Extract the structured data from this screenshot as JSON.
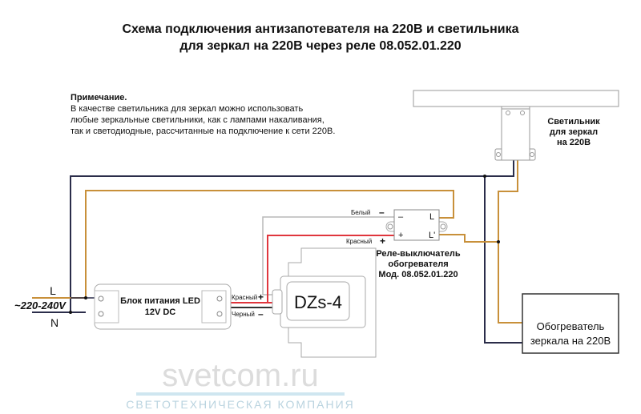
{
  "title": {
    "line1": "Схема подключения антизапотевателя на 220В и светильника",
    "line2": "для зеркал на 220В через реле 08.052.01.220"
  },
  "note": {
    "heading": "Примечание.",
    "lines": [
      "В качестве светильника для зеркал можно использовать",
      "любые зеркальные светильники, как с лампами накаливания,",
      "так и светодиодные, рассчитанные на подключение к сети 220В."
    ]
  },
  "watermark": {
    "brand": "svetcom.ru",
    "tagline": "СВЕТОТЕХНИЧЕСКАЯ КОМПАНИЯ"
  },
  "mains": {
    "l": "L",
    "voltage": "~220-240V",
    "n": "N"
  },
  "power_supply": {
    "line1": "Блок питания LED",
    "line2": "12V DC"
  },
  "psu_outputs": {
    "red": "Красный",
    "red_sign": "+",
    "black": "Черный",
    "black_sign": "–"
  },
  "controller": {
    "label": "DZs-4"
  },
  "relay_inputs": {
    "white": "Белый",
    "white_sign": "–",
    "red": "Красный",
    "red_sign": "+"
  },
  "relay": {
    "minus": "–",
    "plus": "+",
    "l": "L",
    "l_out": "L'",
    "caption": [
      "Реле-выключатель",
      "обогревателя",
      "Мод. 08.052.01.220"
    ]
  },
  "lamp": {
    "caption": [
      "Светильник",
      "для зеркал",
      "на 220В"
    ]
  },
  "heater": {
    "line1": "Обогреватель",
    "line2": "зеркала на 220В"
  },
  "colors": {
    "neutral": "#2b2d4a",
    "live": "#c8903a",
    "red": "#e0363d",
    "white": "#b8b8b8",
    "outline": "#9a9a9a",
    "watermark": "#cfe6f0"
  }
}
